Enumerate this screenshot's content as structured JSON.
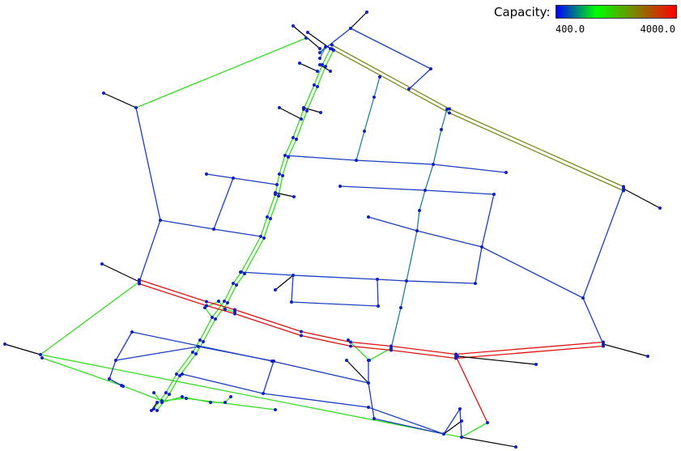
{
  "legend": {
    "title": "Capacity:",
    "min_label": "400.0",
    "max_label": "4000.0",
    "gradient": [
      "#0000ff",
      "#00ff00",
      "#808000",
      "#ff0000"
    ]
  },
  "network": {
    "colors": {
      "blue": "#1a3fc0",
      "teal": "#1f7fa0",
      "green": "#33dd22",
      "olive": "#7a8c1a",
      "red": "#e01010",
      "connector": "#000000",
      "node": "#1020c0"
    }
  }
}
